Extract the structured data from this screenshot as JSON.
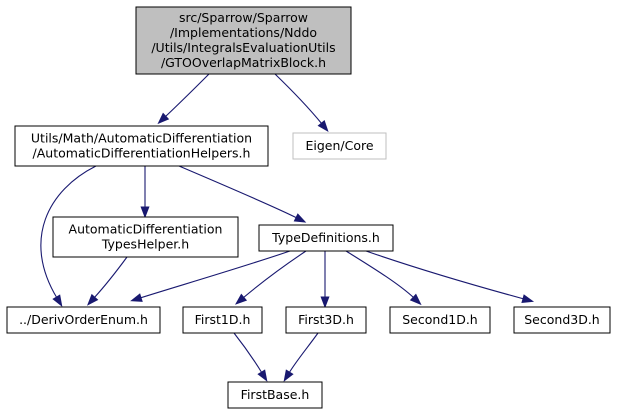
{
  "nodes": [
    {
      "id": "root",
      "kind": "root",
      "lines": [
        "src/Sparrow/Sparrow",
        "/Implementations/Nddo",
        "/Utils/IntegralsEvaluationUtils",
        "/GTOOverlapMatrixBlock.h"
      ]
    },
    {
      "id": "adh",
      "kind": "normal",
      "lines": [
        "Utils/Math/AutomaticDifferentiation",
        "/AutomaticDifferentiationHelpers.h"
      ]
    },
    {
      "id": "eigen",
      "kind": "external",
      "lines": [
        "Eigen/Core"
      ]
    },
    {
      "id": "adth",
      "kind": "normal",
      "lines": [
        "AutomaticDifferentiation",
        "TypesHelper.h"
      ]
    },
    {
      "id": "typedefs",
      "kind": "normal",
      "lines": [
        "TypeDefinitions.h"
      ]
    },
    {
      "id": "deriv",
      "kind": "normal",
      "lines": [
        "../DerivOrderEnum.h"
      ]
    },
    {
      "id": "first1d",
      "kind": "normal",
      "lines": [
        "First1D.h"
      ]
    },
    {
      "id": "first3d",
      "kind": "normal",
      "lines": [
        "First3D.h"
      ]
    },
    {
      "id": "second1d",
      "kind": "normal",
      "lines": [
        "Second1D.h"
      ]
    },
    {
      "id": "second3d",
      "kind": "normal",
      "lines": [
        "Second3D.h"
      ]
    },
    {
      "id": "firstbase",
      "kind": "normal",
      "lines": [
        "FirstBase.h"
      ]
    }
  ],
  "edges": [
    {
      "from": "root",
      "to": "adh"
    },
    {
      "from": "root",
      "to": "eigen"
    },
    {
      "from": "adh",
      "to": "deriv"
    },
    {
      "from": "adh",
      "to": "adth"
    },
    {
      "from": "adh",
      "to": "typedefs"
    },
    {
      "from": "adth",
      "to": "deriv"
    },
    {
      "from": "typedefs",
      "to": "deriv"
    },
    {
      "from": "typedefs",
      "to": "first1d"
    },
    {
      "from": "typedefs",
      "to": "first3d"
    },
    {
      "from": "typedefs",
      "to": "second1d"
    },
    {
      "from": "typedefs",
      "to": "second3d"
    },
    {
      "from": "first1d",
      "to": "firstbase"
    },
    {
      "from": "first3d",
      "to": "firstbase"
    }
  ],
  "colors": {
    "edge": "#191970",
    "root_fill": "#bfbfbf",
    "external_border": "#bfbfbf"
  }
}
